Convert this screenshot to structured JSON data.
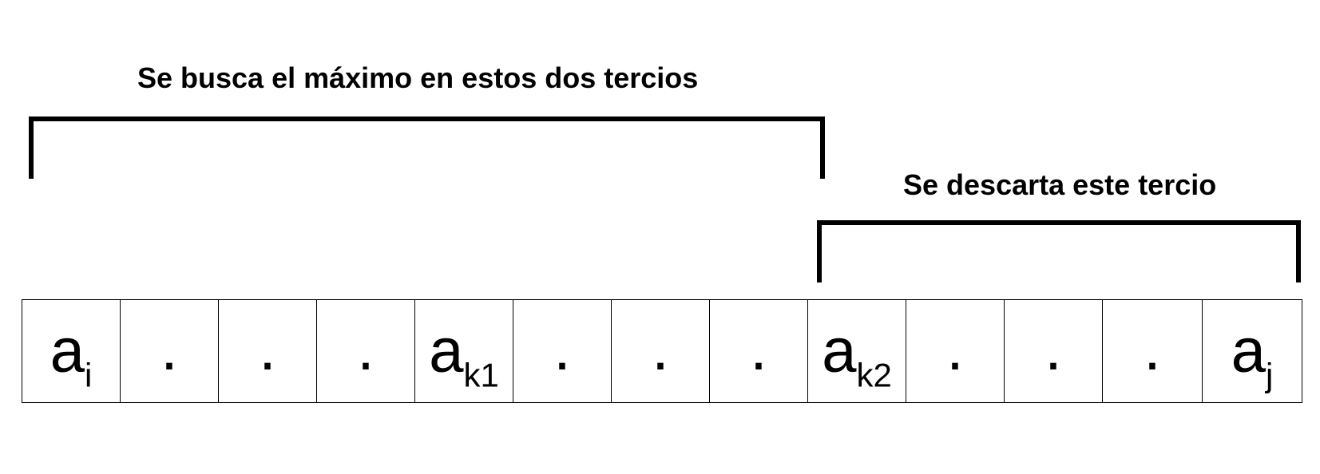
{
  "labels": {
    "top": "Se busca el máximo en estos dos tercios",
    "right": "Se descarta este tercio"
  },
  "array": {
    "cells": [
      {
        "type": "var",
        "base": "a",
        "sub": "i"
      },
      {
        "type": "dot",
        "text": "."
      },
      {
        "type": "dot",
        "text": "."
      },
      {
        "type": "dot",
        "text": "."
      },
      {
        "type": "var",
        "base": "a",
        "sub": "k1"
      },
      {
        "type": "dot",
        "text": "."
      },
      {
        "type": "dot",
        "text": "."
      },
      {
        "type": "dot",
        "text": "."
      },
      {
        "type": "var",
        "base": "a",
        "sub": "k2"
      },
      {
        "type": "dot",
        "text": "."
      },
      {
        "type": "dot",
        "text": "."
      },
      {
        "type": "dot",
        "text": "."
      },
      {
        "type": "var",
        "base": "a",
        "sub": "j"
      }
    ]
  }
}
